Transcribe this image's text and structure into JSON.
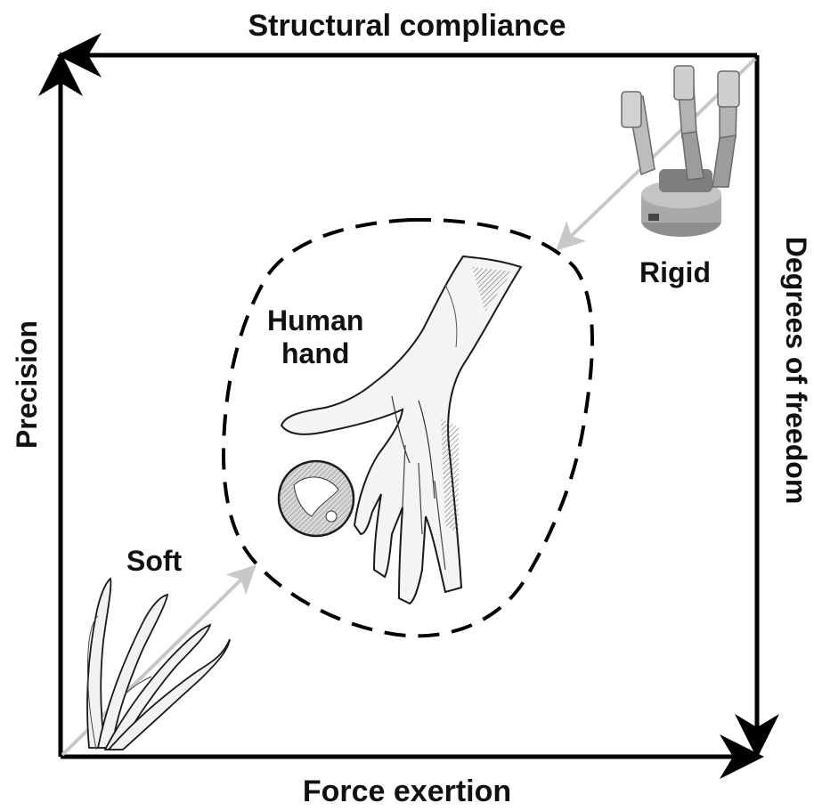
{
  "axes": {
    "top": "Structural compliance",
    "bottom": "Force exertion",
    "left": "Precision",
    "right": "Degrees of freedom"
  },
  "labels": {
    "rigid": "Rigid",
    "human_hand": "Human\nhand",
    "soft": "Soft"
  },
  "colors": {
    "axis": "#000000",
    "diagonal": "#c8c8c8",
    "region_dash": "#000000",
    "gripper_body": "#9a9a9a",
    "gripper_dark": "#4a4a4a"
  },
  "icons": [
    "robotic-gripper-icon",
    "human-hand-icon",
    "ball-icon",
    "soft-tentacles-icon"
  ]
}
